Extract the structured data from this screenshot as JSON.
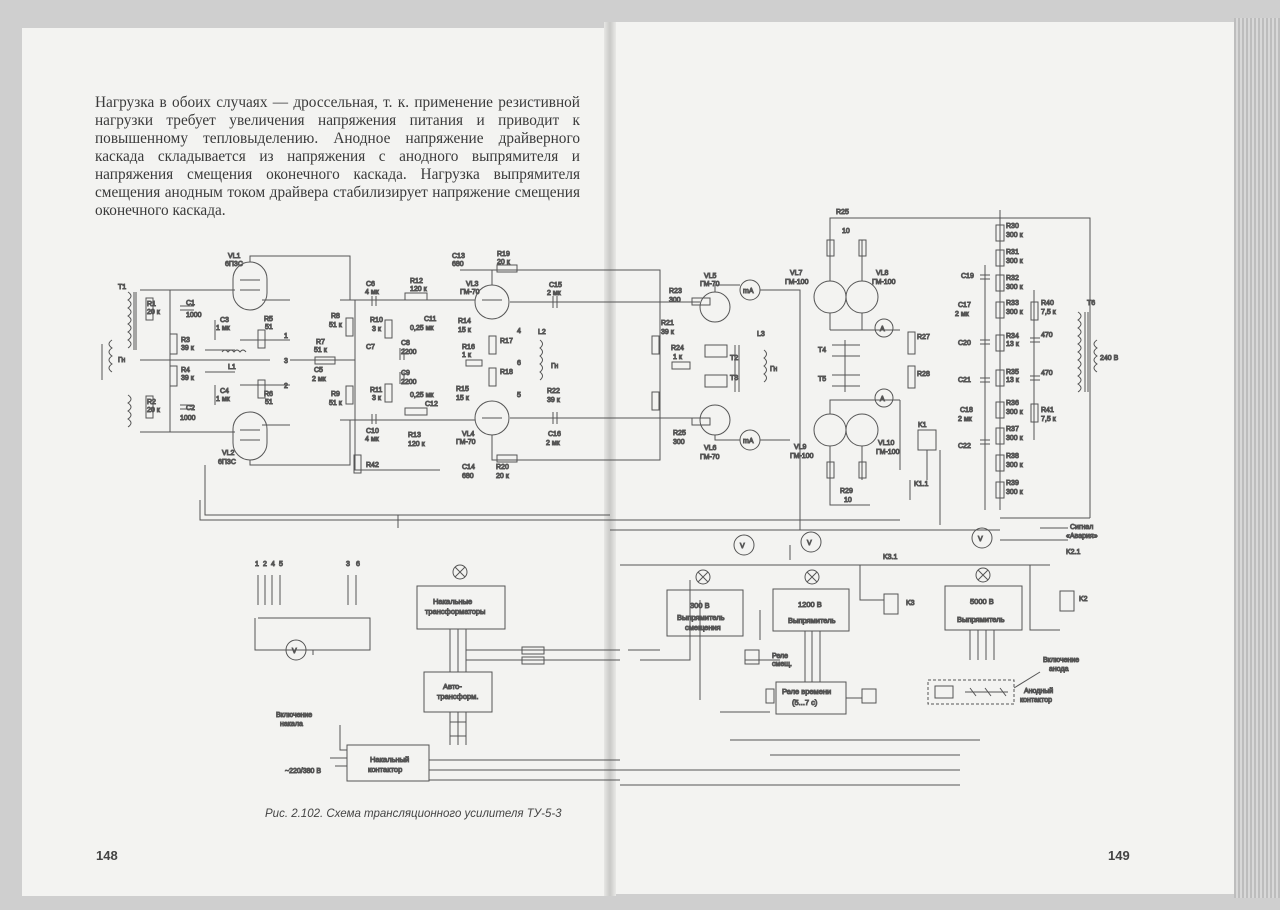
{
  "paragraph": "Нагрузка в обоих случаях — дроссельная, т. к. применение резистивной нагрузки требует увеличения напряжения питания и приводит к повышенному тепловыделению. Анодное напряжение драйверного каскада складывается из напряжения с анодного выпрямителя и напряжения смещения оконечного каскада. Нагрузка выпрямителя смещения анодным током драйвера стабилизирует напряжение смещения оконечного каскада.",
  "figure_caption": "Рис. 2.102. Схема трансляционного усилителя ТУ-5-3",
  "page_numbers": {
    "left": "148",
    "right": "149"
  },
  "tubes": [
    {
      "id": "VL1",
      "type": "6П3С"
    },
    {
      "id": "VL2",
      "type": "6П3С"
    },
    {
      "id": "VL3",
      "type": "ГМ-70"
    },
    {
      "id": "VL4",
      "type": "ГМ-70"
    },
    {
      "id": "VL5",
      "type": "ГМ-70"
    },
    {
      "id": "VL6",
      "type": "ГМ-70"
    },
    {
      "id": "VL7",
      "type": "ГМ-100"
    },
    {
      "id": "VL8",
      "type": "ГМ-100"
    },
    {
      "id": "VL9",
      "type": "ГМ-100"
    },
    {
      "id": "VL10",
      "type": "ГМ-100"
    }
  ],
  "components_left": {
    "T1": "T1",
    "R1": "R1",
    "R1v": "20 к",
    "C1": "C1",
    "C1v": "1000",
    "R3": "R3",
    "R3v": "39 к",
    "R4": "R4",
    "R4v": "39 к",
    "R2": "R2",
    "R2v": "20 к",
    "C2": "C2",
    "C2v": "1000",
    "C3": "C3",
    "C3v": "1 мк",
    "C4": "C4",
    "C4v": "1 мк",
    "L1": "L1",
    "R5": "R5",
    "R5v": "51",
    "R6": "R6",
    "R6v": "51",
    "R7": "R7",
    "R7v": "51 к",
    "C5": "C5",
    "C5v": "2 мк",
    "R8": "R8",
    "R8v": "51 к",
    "R9": "R9",
    "R9v": "51 к",
    "C6": "C6",
    "C6v": "4 мк",
    "R10": "R10",
    "R10v": "3 к",
    "C7": "C7",
    "R11": "R11",
    "R11v": "3 к",
    "C10": "C10",
    "C10v": "4 мк",
    "R12": "R12",
    "R12v": "120 к",
    "C11": "C11",
    "C11v": "0,25 мк",
    "C8": "C8",
    "C8v": "2200",
    "C9": "C9",
    "C9v": "2200",
    "C12": "C12",
    "C12v": "0,25 мк",
    "R13": "R13",
    "R13v": "120 к",
    "R42": "R42",
    "C13": "C13",
    "C13v": "680",
    "R19": "R19",
    "R19v": "20 к",
    "R14": "R14",
    "R14v": "15 к",
    "R17": "R17",
    "R16": "R16",
    "R16v": "1 к",
    "R18": "R18",
    "R15": "R15",
    "R15v": "15 к",
    "C14": "C14",
    "C14v": "680",
    "R20": "R20",
    "R20v": "20 к",
    "C15": "C15",
    "C15v": "2 мк",
    "L2": "L2",
    "Gn": "Гн",
    "R22": "R22",
    "R22v": "39 к",
    "C16": "C16",
    "C16v": "2 мк"
  },
  "components_right": {
    "R23": "R23",
    "R23v": "300",
    "R21": "R21",
    "R21v": "39 к",
    "R24": "R24",
    "R24v": "1 к",
    "R25": "R25",
    "R25v": "300",
    "T2": "T2",
    "T3": "T3",
    "L3": "L3",
    "Gn": "Гн",
    "T4": "T4",
    "T5": "T5",
    "R27": "R27",
    "R28": "R28",
    "R25b": "R25",
    "R25bv": "10",
    "R29": "R29",
    "R29v": "10",
    "K1": "K1",
    "K1_1": "K1.1",
    "R30": "R30",
    "R30v": "300 к",
    "R31": "R31",
    "R31v": "300 к",
    "R32": "R32",
    "R32v": "300 к",
    "R33": "R33",
    "R33v": "300 к",
    "R34": "R34",
    "R34v": "13 к",
    "R35": "R35",
    "R35v": "13 к",
    "R36": "R36",
    "R36v": "300 к",
    "R37": "R37",
    "R37v": "300 к",
    "R38": "R38",
    "R38v": "300 к",
    "R39": "R39",
    "R39v": "300 к",
    "R40": "R40",
    "R40v": "7,5 к",
    "R41": "R41",
    "R41v": "7,5 к",
    "C470a": "470",
    "C470b": "470",
    "C17": "C17",
    "C17v": "2 мк",
    "C18": "C18",
    "C18v": "2 мк",
    "C19": "C19",
    "C20": "C20",
    "C21": "C21",
    "C22": "C22",
    "T6": "T6",
    "V240": "240 В"
  },
  "meters": {
    "mA": "mA",
    "A": "A",
    "V": "V"
  },
  "blocks": {
    "fil_transformers": [
      "Накальные",
      "трансформаторы"
    ],
    "autotransformer": [
      "Авто-",
      "трансформ."
    ],
    "fil_contactor": [
      "Накальный",
      "контактор"
    ],
    "fil_on": [
      "Включение",
      "накала"
    ],
    "mains": "~220/380 В",
    "bias_rect": {
      "voltage": "300 В",
      "name": [
        "Выпрямитель",
        "смещения"
      ]
    },
    "rect_1200": {
      "voltage": "1200 В",
      "name": "Выпрямитель"
    },
    "rect_5000": {
      "voltage": "5000 В",
      "name": "Выпрямитель"
    },
    "bias_relay": [
      "Реле",
      "смещ."
    ],
    "time_relay": [
      "Реле времени",
      "(5...7 с)"
    ],
    "anode_on": [
      "Включение",
      "анода"
    ],
    "anode_contactor": [
      "Анодный",
      "контактор"
    ],
    "signal": [
      "Сигнал",
      "«Авария»"
    ],
    "K3": "K3",
    "K3_1": "K3.1",
    "K2": "K2",
    "K2_1": "K2.1"
  },
  "inset_labels": [
    "1",
    "2",
    "4",
    "5",
    "3",
    "6"
  ],
  "pins": [
    "1",
    "2",
    "3",
    "4",
    "5",
    "6"
  ]
}
